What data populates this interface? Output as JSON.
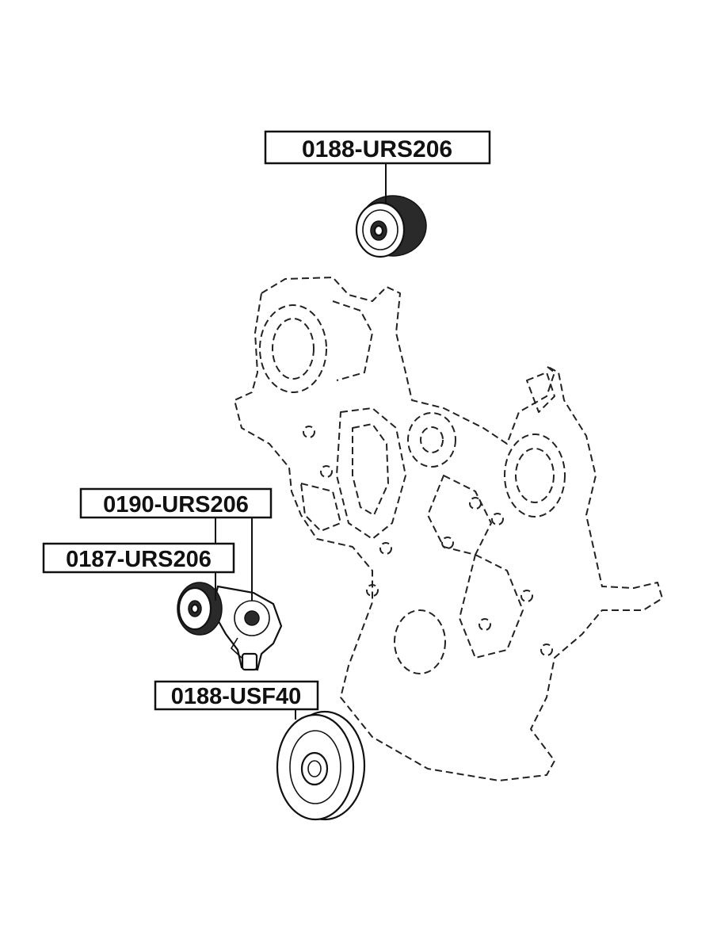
{
  "callouts": {
    "idler_top": "0188-URS206",
    "tensioner": "0190-URS206",
    "tensioner_pulley": "0187-URS206",
    "idler_bottom": "0188-USF40"
  }
}
